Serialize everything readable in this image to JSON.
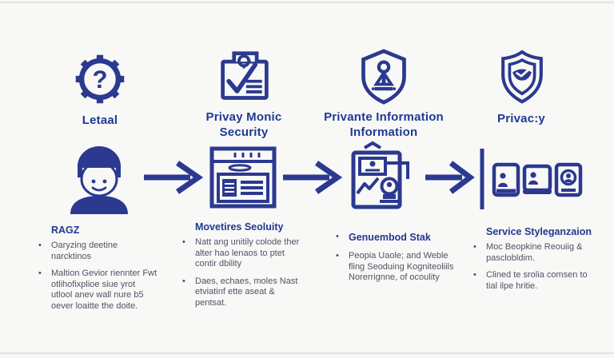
{
  "palette": {
    "navy": "#2b3990",
    "heading_blue": "#1e3a93",
    "body_text": "#4e5366",
    "background": "#f8f8f6"
  },
  "bullet_marker": "•",
  "flow": {
    "columns": [
      {
        "top_icon": "gear-question-icon",
        "top_label": "Letaal",
        "mid_icon": "person-avatar-icon",
        "section": {
          "title": "RAGZ",
          "title_bullet": "",
          "bullets": [
            "Oaryzing deetine narcktinos",
            "Maltion Gevior riennter Fwt otlihofixplioe siue yrot utlool anev wall nure b5 oever loaitte the doite."
          ]
        }
      },
      {
        "top_icon": "document-gear-check-icon",
        "top_label": "Privay Monic Security",
        "mid_icon": "browser-form-icon",
        "section": {
          "title": "Movetires Seoluity",
          "title_bullet": "",
          "bullets": [
            "Natt ang unitily colode ther alter hao lenaos to ptet contir dbility",
            "Daes, echaes, moles Nast etviatinf ette aseat & pentsat."
          ]
        }
      },
      {
        "top_icon": "shield-person-icon",
        "top_label": "Privante Information Information",
        "mid_icon": "clipboard-report-icon",
        "section": {
          "title": "Genuembod Stak",
          "title_bullet": "•",
          "bullets": [
            "Peopia Uaole; and Weble fling Seoduing Kogniteoliils Norerrignne, of ocoulity"
          ]
        }
      },
      {
        "top_icon": "double-shield-icon",
        "top_label": "Privac:y",
        "mid_icon": "devices-icon",
        "section": {
          "title": "Service Styleganzaion",
          "title_bullet": "",
          "bullets": [
            "Moc Beopkine Reouiig & pasclobldim.",
            "Clined te srolia comsen to tial ilpe hritie."
          ]
        }
      }
    ]
  }
}
